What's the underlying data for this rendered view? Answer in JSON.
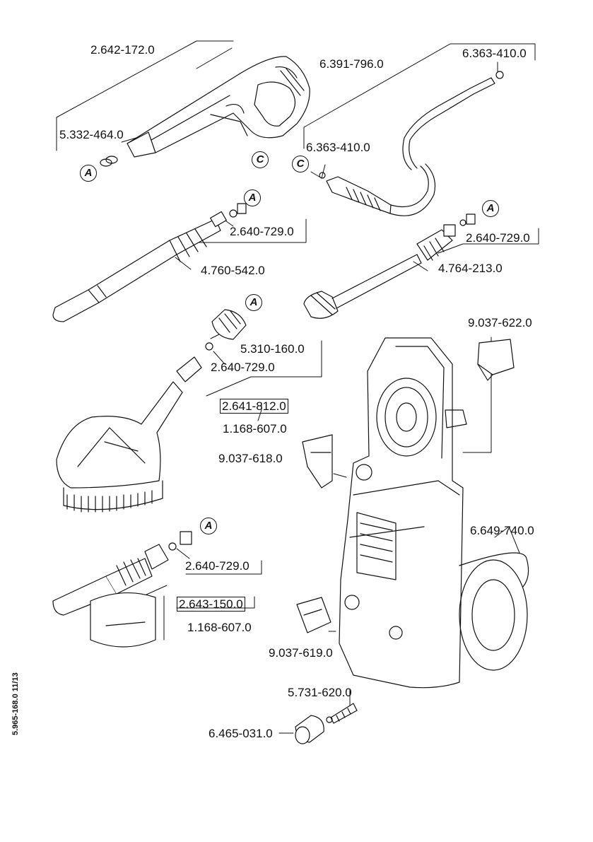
{
  "parts": {
    "trigger_gun": "2.642-172.0",
    "gun_o_ring_set": "5.332-464.0",
    "hp_hose": "6.391-796.0",
    "hose_o_ring_top": "6.363-410.0",
    "hose_o_ring_bottom": "6.363-410.0",
    "oring_vario": "2.640-729.0",
    "vario_lance": "4.760-542.0",
    "oring_dirt": "2.640-729.0",
    "dirt_blaster": "4.764-213.0",
    "lance_adapter": "5.310-160.0",
    "oring_brush": "2.640-729.0",
    "brush_kit": "2.641-812.0",
    "brush_set": "1.168-607.0",
    "oring_foam": "2.640-729.0",
    "foam_kit": "2.643-150.0",
    "foam_set": "1.168-607.0",
    "holder_top": "9.037-622.0",
    "holder_mid": "9.037-618.0",
    "holder_low": "9.037-619.0",
    "hose_reel": "6.649-740.0",
    "filter": "5.731-620.0",
    "coupling": "6.465-031.0"
  },
  "markers": {
    "a1": "A",
    "a2": "A",
    "a3": "A",
    "a4": "A",
    "a5": "A",
    "c1": "C",
    "c2": "C"
  },
  "document_number": "5.965-168.0  11/13"
}
